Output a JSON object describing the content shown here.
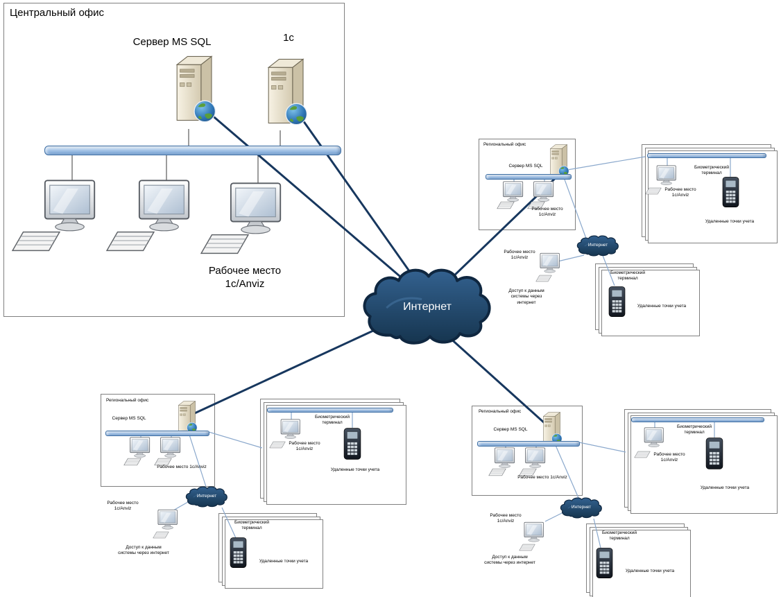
{
  "diagram": {
    "central": {
      "title": "Центральный офис",
      "server_sql_label": "Сервер MS SQL",
      "server_1c_label": "1с",
      "workstation_label": "Рабочее место 1с/Anviz"
    },
    "internet": {
      "label": "Интернет"
    },
    "regional": {
      "title": "Региональный офис",
      "server_sql_label": "Сервер MS SQL",
      "workstation_label": "Рабочее место 1с/Anviz",
      "biometric_terminal_label": "Биометрический терминал",
      "remote_points_label": "Удаленные точки учета",
      "internet_label": "Интернет",
      "internet_access_label": "Доступ к данным системы через интернет"
    },
    "colors": {
      "main_link": "#17375e",
      "cluster_link": "#8aa8cc",
      "cloud_dark": "#16354f",
      "bus_blue": "#7fa8d6"
    }
  }
}
